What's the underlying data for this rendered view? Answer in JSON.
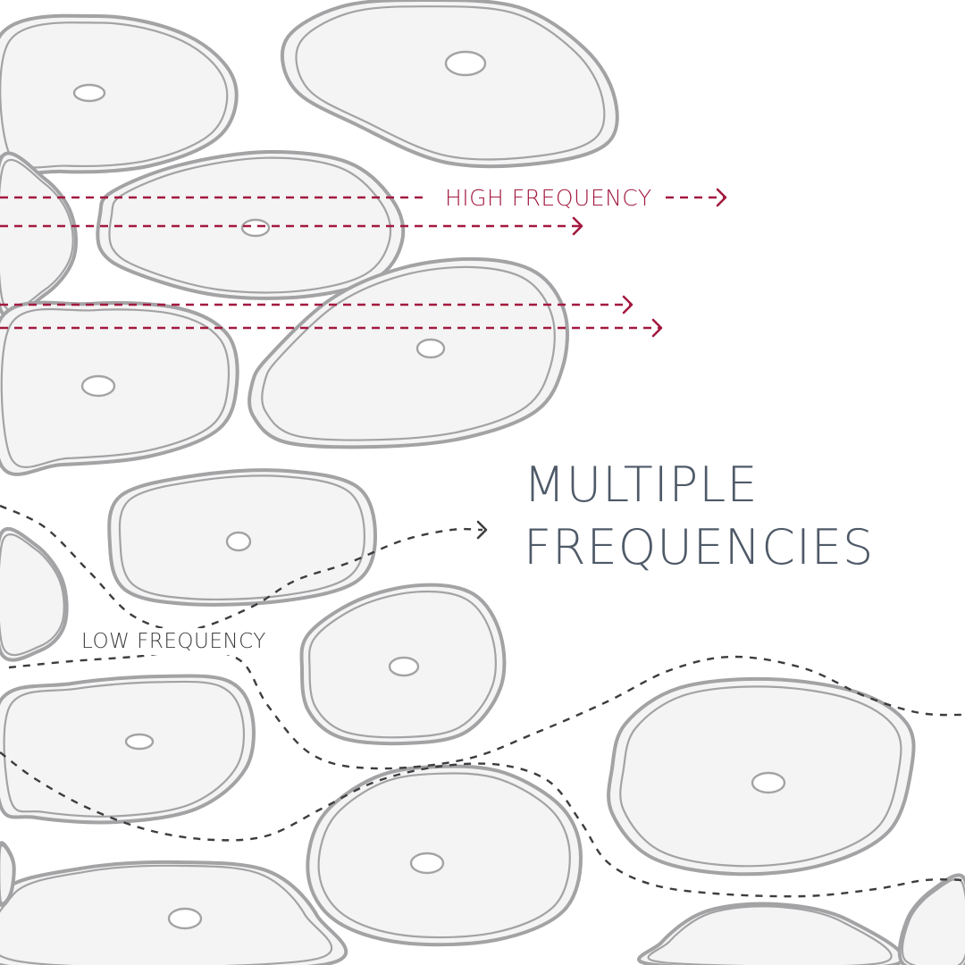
{
  "title": {
    "line1": "MULTIPLE",
    "line2": "FREQUENCIES"
  },
  "labels": {
    "high": "HIGH FREQUENCY",
    "low": "LOW FREQUENCY"
  },
  "colors": {
    "high_frequency": "#a3193f",
    "low_frequency": "#3d3d3f",
    "title": "#4f5a68",
    "cell_stroke": "#a3a3a5",
    "cell_fill": "#f4f4f4",
    "background": "#ffffff"
  }
}
